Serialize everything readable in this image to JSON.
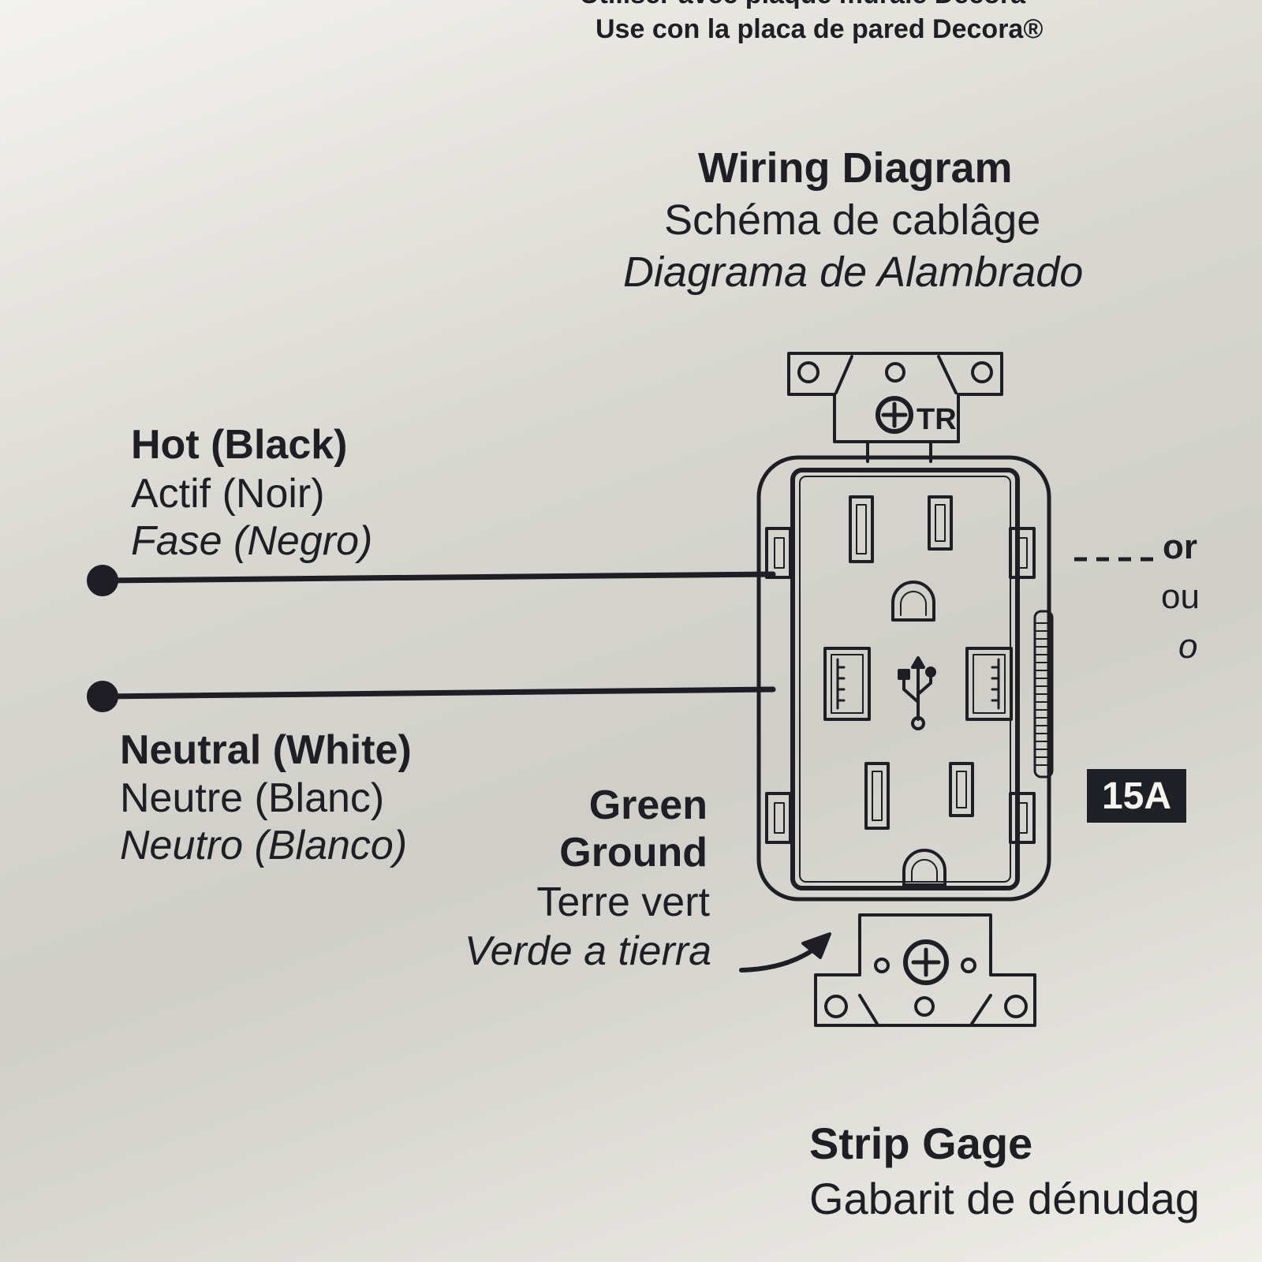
{
  "header": {
    "top_cut": "Utiliser avec plaque murale Decora",
    "top_line": "Use con la placa de pared Decora®"
  },
  "title": {
    "en": "Wiring Diagram",
    "fr": "Schéma de cablâge",
    "es": "Diagrama de Alambrado"
  },
  "hot": {
    "en": "Hot (Black)",
    "fr": "Actif (Noir)",
    "es": "Fase (Negro)"
  },
  "neutral": {
    "en": "Neutral (White)",
    "fr": "Neutre (Blanc)",
    "es": "Neutro (Blanco)"
  },
  "ground": {
    "en_1": "Green",
    "en_2": "Ground",
    "fr": "Terre vert",
    "es": "Verde a tierra"
  },
  "or_label": {
    "en": "or",
    "fr": "ou",
    "es": "o"
  },
  "rating": "15A",
  "strap_mark": "TR",
  "strip_gage": {
    "en": "Strip Gage",
    "fr": "Gabarit de dénudag"
  },
  "colors": {
    "ink": "#1e1e24",
    "paper": "#d9d8d2"
  }
}
